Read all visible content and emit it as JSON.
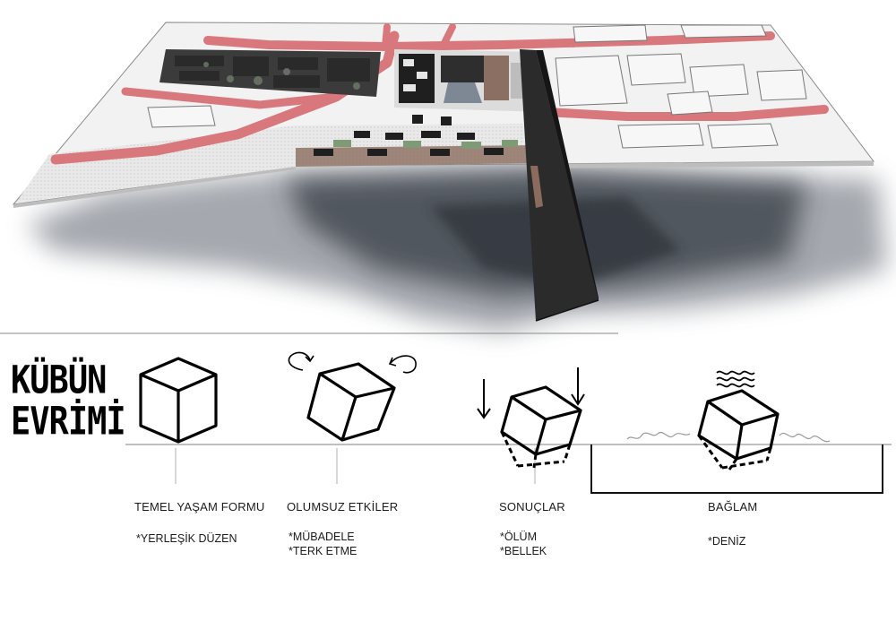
{
  "diagram": {
    "title_lines": [
      "KÜBÜN",
      "EVRİMİ"
    ],
    "stages": [
      {
        "label": "TEMEL YAŞAM FORMU",
        "notes": [
          "*YERLEŞİK DÜZEN"
        ]
      },
      {
        "label": "OLUMSUZ ETKİLER",
        "notes": [
          "*MÜBADELE",
          "*TERK ETME"
        ]
      },
      {
        "label": "SONUÇLAR",
        "notes": [
          "*ÖLÜM",
          "*BELLEK"
        ]
      },
      {
        "label": "BAĞLAM",
        "notes": [
          "*DENİZ"
        ]
      }
    ]
  },
  "colors": {
    "road": "#d9787c",
    "shadow": "#3f4650",
    "pier": "#2b2b2b",
    "ink": "#000000",
    "ground": "#f1f1f1"
  }
}
